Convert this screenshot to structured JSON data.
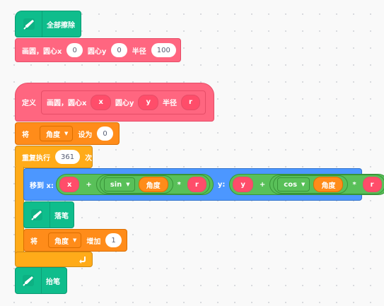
{
  "script1": {
    "clear_label": "全部擦除",
    "draw_circle": {
      "label": "画圆，圆心x",
      "x_value": "0",
      "y_label": "圆心y",
      "y_value": "0",
      "r_label": "半径",
      "r_value": "100"
    }
  },
  "define": {
    "define_label": "定义",
    "proto_label": "画圆，圆心x",
    "arg_x": "x",
    "y_label": "圆心y",
    "arg_y": "y",
    "r_label": "半径",
    "arg_r": "r"
  },
  "set_block": {
    "label": "将",
    "variable": "角度",
    "to_label": "设为",
    "value": "0"
  },
  "repeat_block": {
    "label": "重复执行",
    "count": "361",
    "times_label": "次",
    "loop_icon": "loop-arrow-icon"
  },
  "goto_block": {
    "label": "移到 x:",
    "x_expr": {
      "left": "x",
      "plus": "+",
      "func": "sin",
      "var": "角度",
      "times": "*",
      "right": "r"
    },
    "y_label": "y:",
    "y_expr": {
      "left": "y",
      "plus": "+",
      "func": "cos",
      "var": "角度",
      "times": "*",
      "right": "r"
    }
  },
  "pen_down": {
    "label": "落笔"
  },
  "change_block": {
    "label": "将",
    "variable": "角度",
    "by_label": "增加",
    "value": "1"
  },
  "pen_up": {
    "label": "抬笔"
  },
  "colors": {
    "pen": "#0fbd8c",
    "custom": "#ff6680",
    "variables": "#ff8c1a",
    "control": "#ffab19",
    "motion": "#4c97ff",
    "operators": "#59c059"
  }
}
